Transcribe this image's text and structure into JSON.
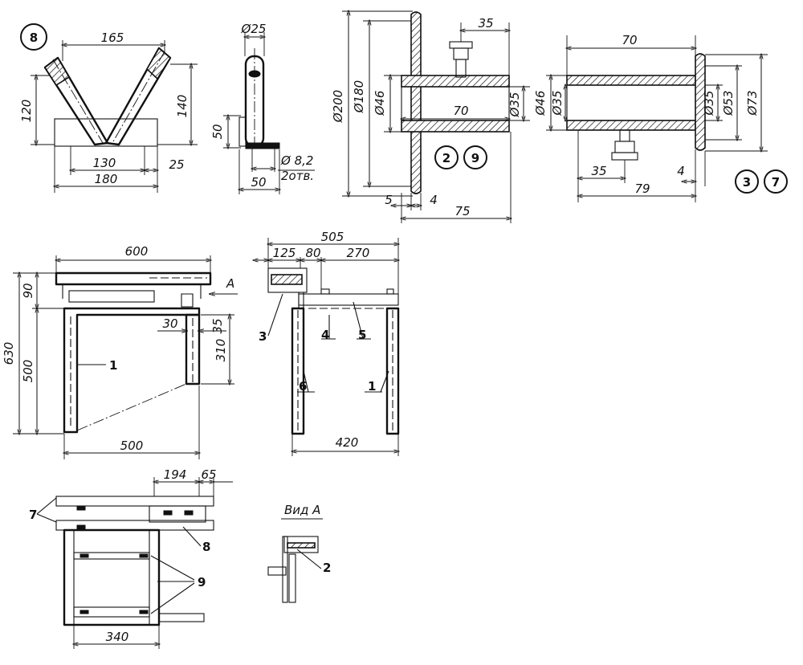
{
  "callouts": {
    "part8": "8",
    "part2": "2",
    "part9": "9",
    "part3": "3",
    "part7": "7"
  },
  "vblock": {
    "top_width": "165",
    "height_left": "120",
    "height_right": "140",
    "inner_width": "130",
    "end_offset": "25",
    "base_width": "180"
  },
  "bracket": {
    "tube_diameter": "Ø25",
    "height": "50",
    "hole": "Ø 8,2",
    "hole_count": "2отв.",
    "base": "50"
  },
  "pulley_hub": {
    "offset": "35",
    "flange_outer": "Ø200",
    "flange_inner": "Ø180",
    "hub_outer": "Ø46",
    "hub_length": "70",
    "bore": "Ø35",
    "flange_thk": "5",
    "gap": "4",
    "total_len": "75"
  },
  "hub2": {
    "length": "70",
    "outer_left": "Ø46",
    "bore_left": "Ø35",
    "bore_right": "Ø35",
    "flange_mid": "Ø53",
    "flange_outer": "Ø73",
    "bolt_offset": "35",
    "total_len": "79",
    "flange_thk": "4"
  },
  "front_view": {
    "top_width": "600",
    "overall_height": "630",
    "top_band": "90",
    "leg_height": "500",
    "arrow": "A",
    "offset_30": "30",
    "offset_35": "35",
    "side_drop": "310",
    "leg_span": "500",
    "part1": "1"
  },
  "side_view": {
    "overall": "505",
    "dim_125": "125",
    "dim_80": "80",
    "dim_270": "270",
    "leg_span": "420",
    "part3": "3",
    "part4": "4",
    "part5": "5",
    "part6": "6",
    "part1": "1"
  },
  "plan_view": {
    "dim_194": "194",
    "dim_65": "65",
    "width": "340",
    "part7": "7",
    "part8": "8",
    "part9": "9"
  },
  "view_a": {
    "title": "Вид А",
    "part2": "2"
  }
}
